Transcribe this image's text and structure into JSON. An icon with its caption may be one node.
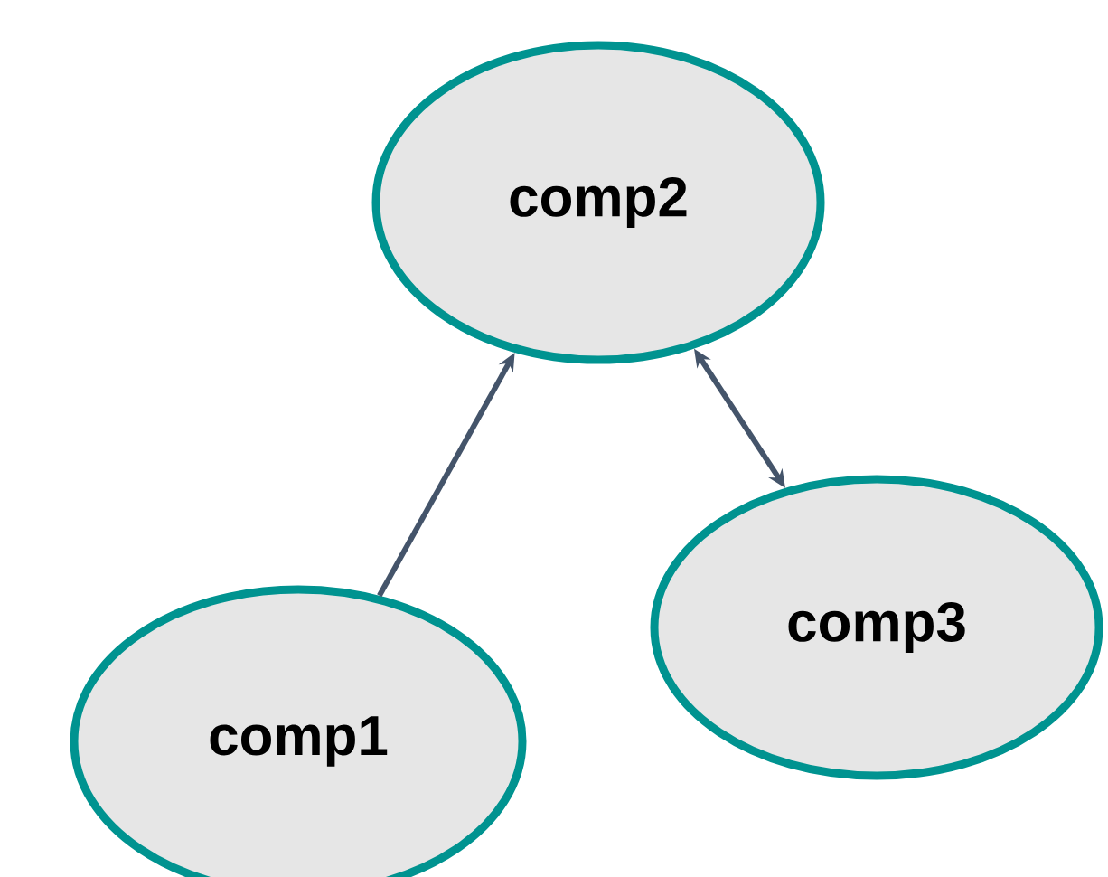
{
  "diagram": {
    "nodes": [
      {
        "text": [
          "comp1"
        ]
      },
      {
        "text": [
          "comp2"
        ]
      },
      {
        "text": [
          "comp3"
        ]
      }
    ],
    "edges": [
      {
        "from": 0,
        "to": 1,
        "arrow": "to"
      },
      {
        "from": 1,
        "to": 2,
        "arrow": "both"
      }
    ]
  }
}
